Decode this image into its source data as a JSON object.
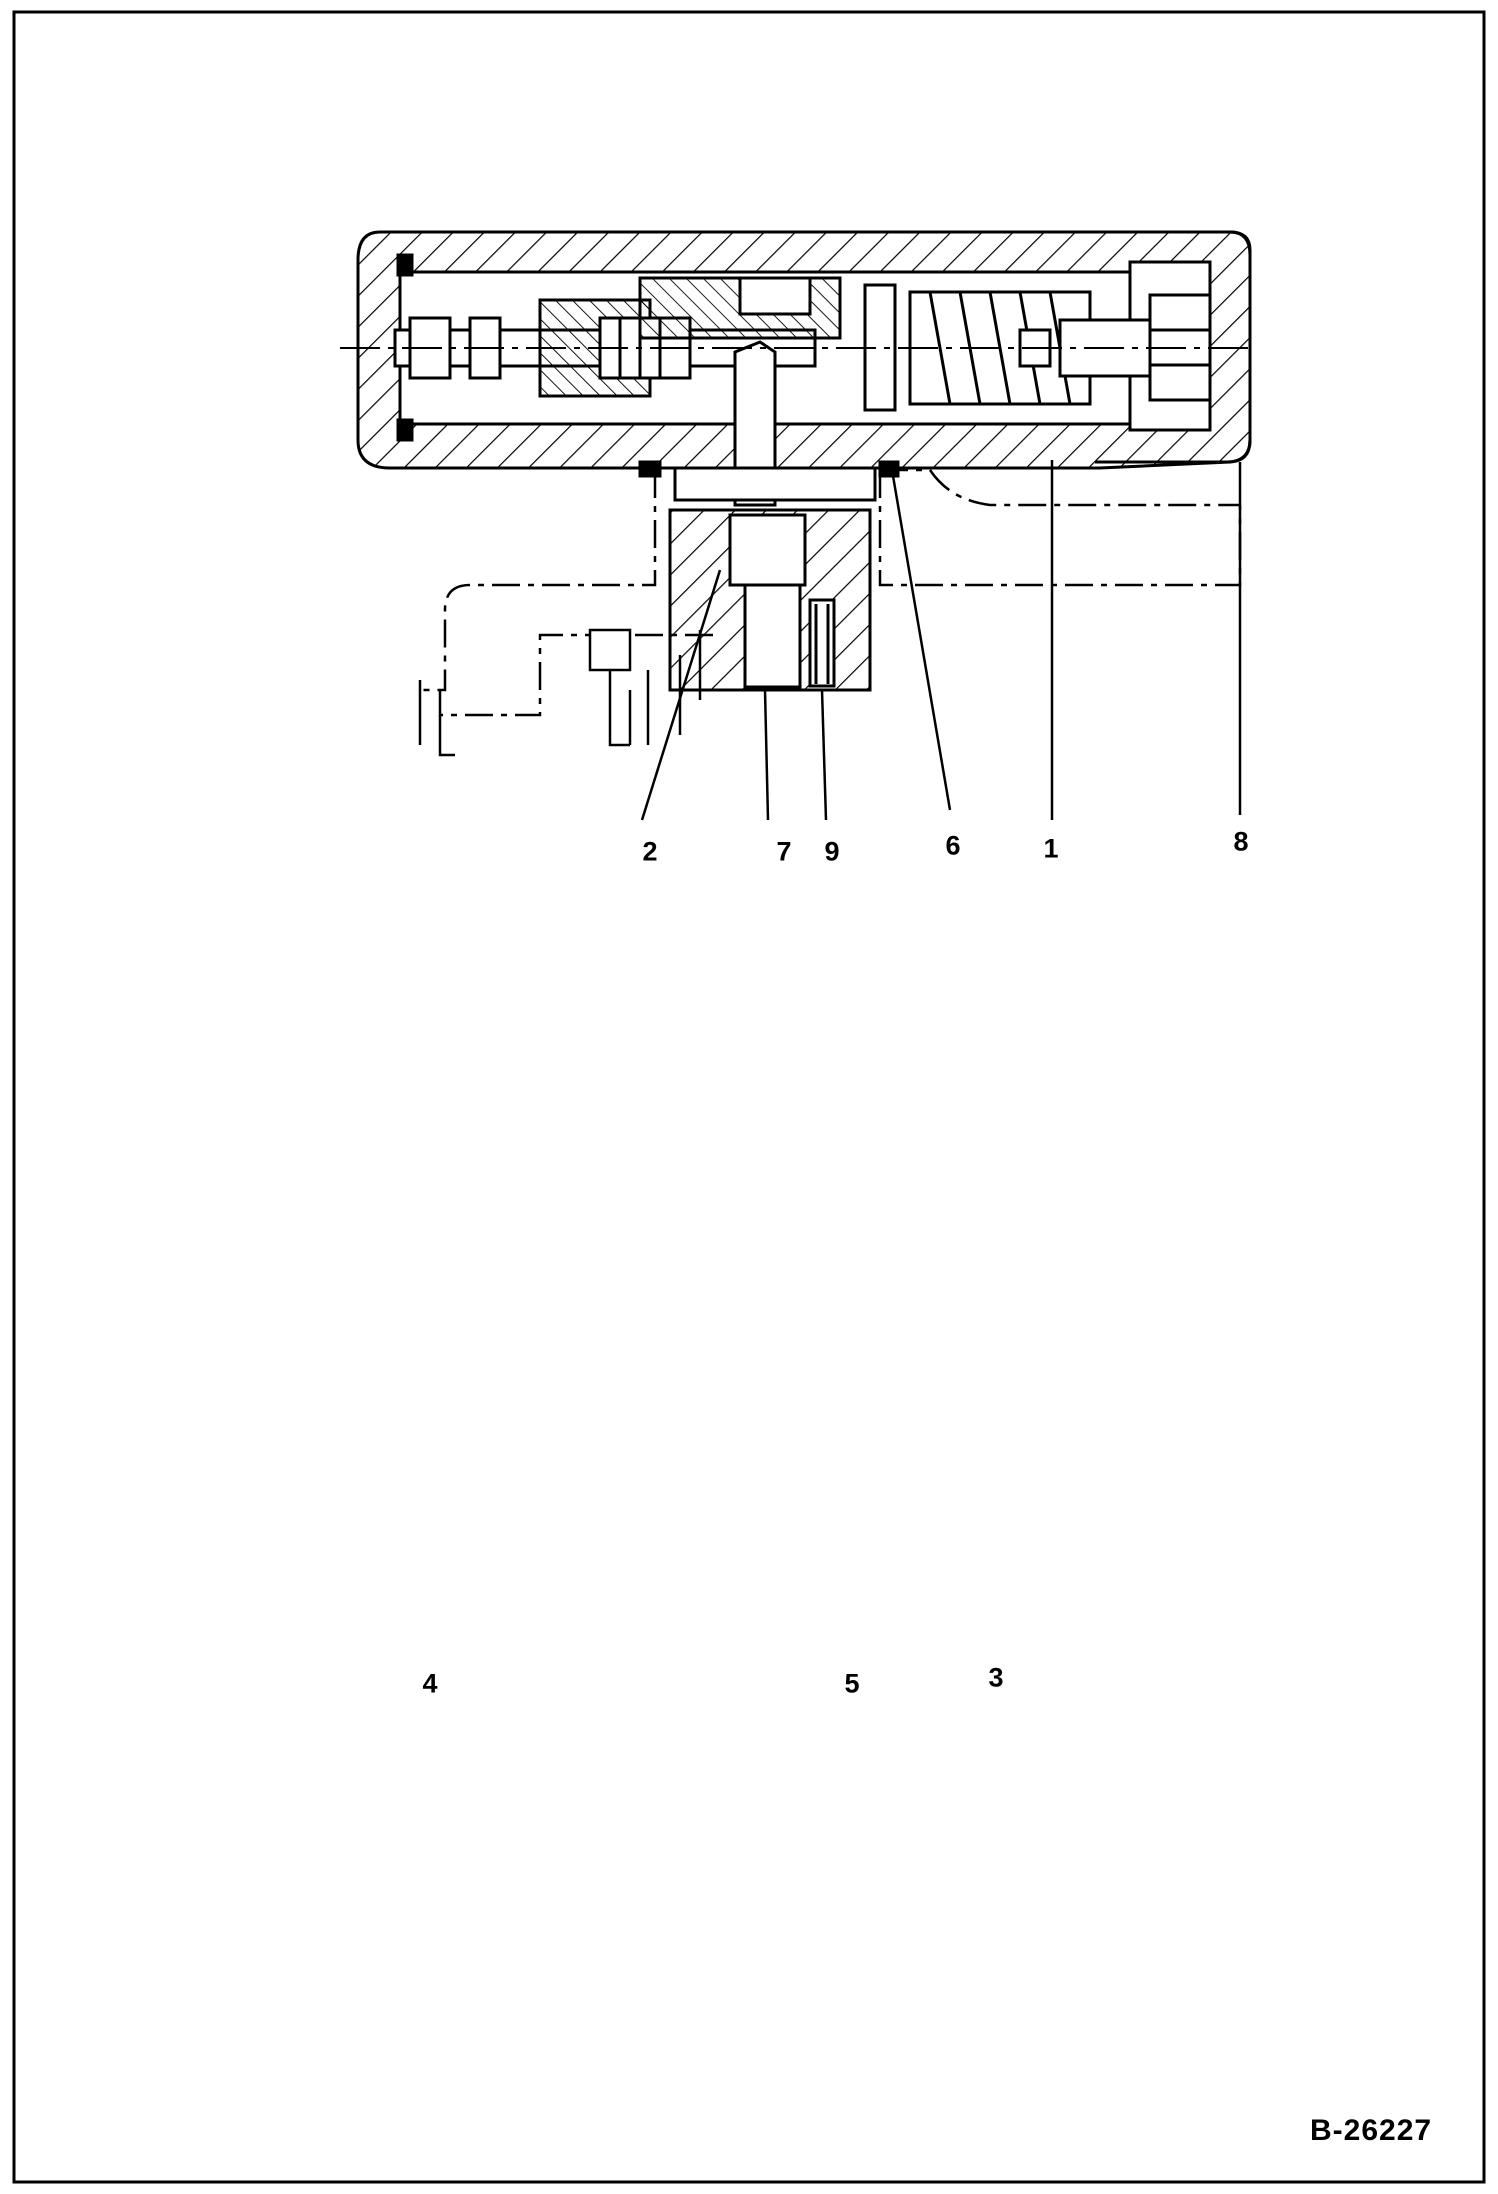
{
  "diagram": {
    "top_view_callouts": [
      "2",
      "7",
      "9",
      "6",
      "1",
      "8"
    ],
    "bottom_view_callouts": [
      "4",
      "5",
      "3"
    ],
    "document_id": "B-26227"
  }
}
